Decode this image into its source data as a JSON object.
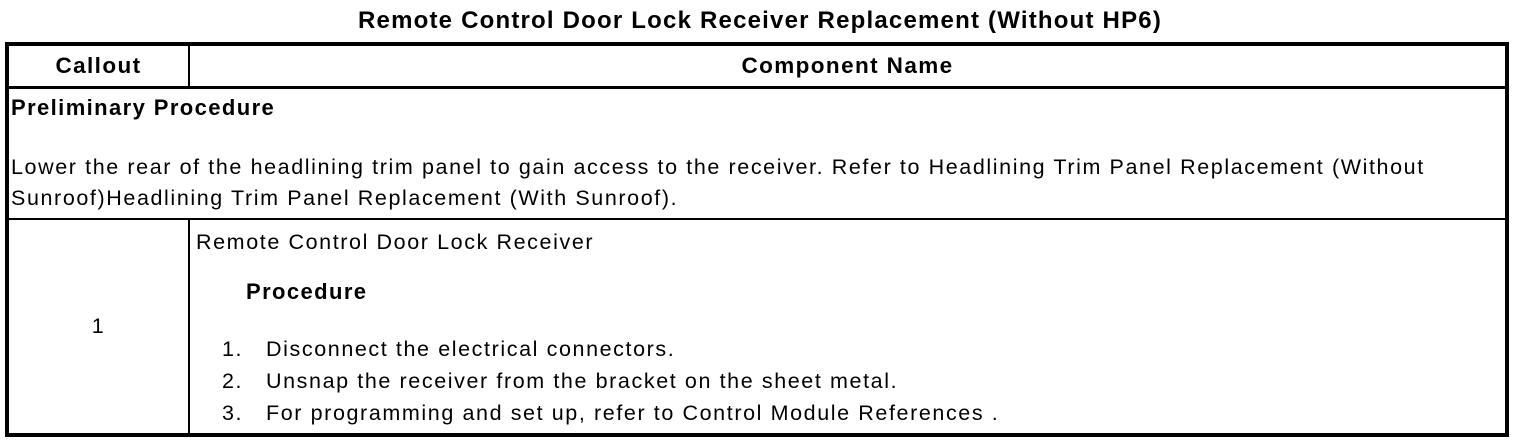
{
  "page": {
    "title": "Remote Control Door Lock Receiver Replacement (Without HP6)"
  },
  "table": {
    "headers": {
      "callout": "Callout",
      "component": "Component Name"
    },
    "preliminary": {
      "heading": "Preliminary Procedure",
      "text": "Lower the rear of the headlining trim panel to gain access to the receiver. Refer to Headlining Trim Panel Replacement (Without Sunroof)Headlining Trim Panel Replacement (With Sunroof)."
    },
    "rows": [
      {
        "callout": "1",
        "component": "Remote Control Door Lock Receiver",
        "procedure_heading": "Procedure",
        "steps": [
          {
            "num": "1.",
            "text": "Disconnect the electrical connectors."
          },
          {
            "num": "2.",
            "text": "Unsnap the receiver from the bracket on the sheet metal."
          },
          {
            "num": "3.",
            "text": "For programming and set up, refer to Control Module References ."
          }
        ]
      }
    ]
  },
  "colors": {
    "text": "#000000",
    "background": "#ffffff",
    "border": "#000000"
  }
}
